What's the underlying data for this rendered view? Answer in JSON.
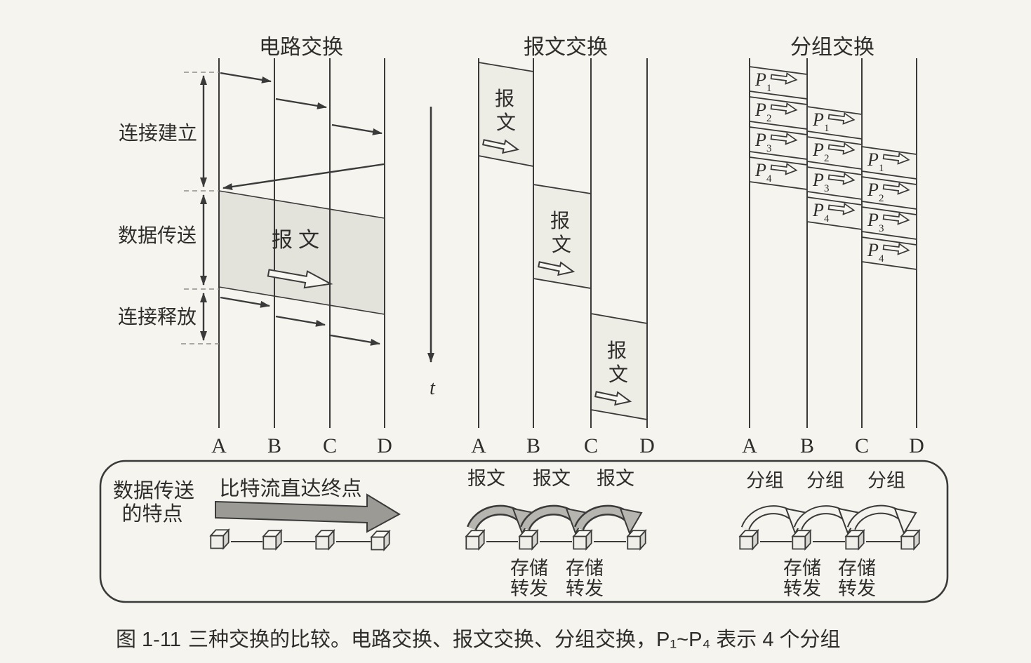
{
  "figure": {
    "caption_fig_no": "图 1-11",
    "caption_text": "三种交换的比较。电路交换、报文交换、分组交换，P₁~P₄ 表示 4 个分组",
    "time_axis_label": "t",
    "circuit": {
      "title": "电路交换",
      "nodes": [
        "A",
        "B",
        "C",
        "D"
      ],
      "phases": [
        "连接建立",
        "数据传送",
        "连接释放"
      ],
      "message_label": "报文"
    },
    "message": {
      "title": "报文交换",
      "nodes": [
        "A",
        "B",
        "C",
        "D"
      ],
      "block_char_top": "报",
      "block_char_bottom": "文"
    },
    "packet": {
      "title": "分组交换",
      "nodes": [
        "A",
        "B",
        "C",
        "D"
      ],
      "p_label": "P",
      "subscripts": [
        "1",
        "2",
        "3",
        "4"
      ]
    }
  },
  "legend": {
    "row_label_line1": "数据传送",
    "row_label_line2": "的特点",
    "circuit_feature": "比特流直达终点",
    "message_hop_label": "报文",
    "packet_hop_label": "分组",
    "store_forward_line1": "存储",
    "store_forward_line2": "转发"
  }
}
